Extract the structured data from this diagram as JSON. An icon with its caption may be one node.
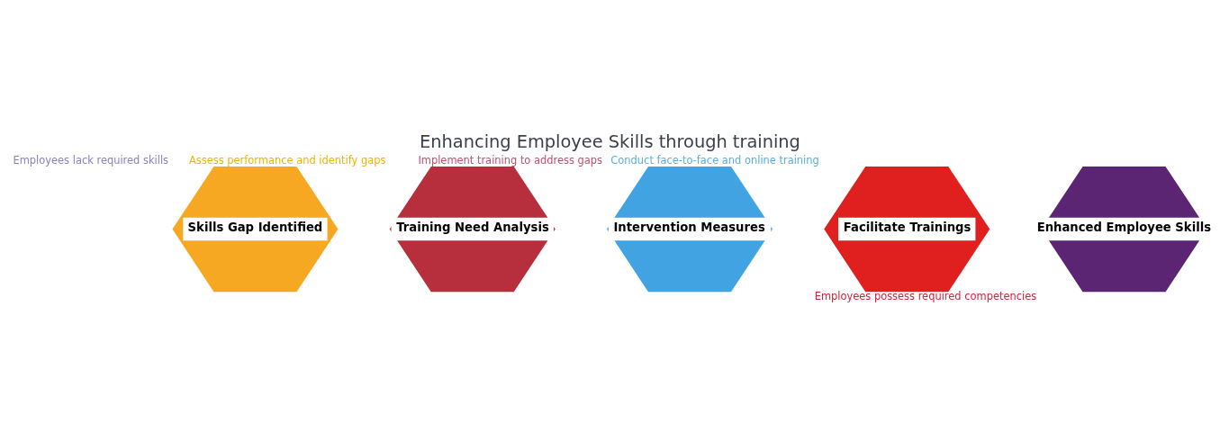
{
  "diagram": {
    "title": "Enhancing Employee Skills through training",
    "nodes": [
      {
        "text": [
          "Skills Gap Identified"
        ],
        "beside": [
          "Employees lack required skills"
        ]
      },
      {
        "text": [
          "Training Need Analysis"
        ],
        "beside": [
          "Assess performance and identify gaps"
        ]
      },
      {
        "text": [
          "Intervention Measures"
        ],
        "beside": [
          "Implement training to address gaps"
        ]
      },
      {
        "text": [
          "Facilitate Trainings"
        ],
        "beside": [
          "Conduct face-to-face and online training"
        ]
      },
      {
        "text": [
          "Enhanced Employee Skills"
        ],
        "beside": [
          "Employees possess required competencies"
        ]
      }
    ]
  }
}
